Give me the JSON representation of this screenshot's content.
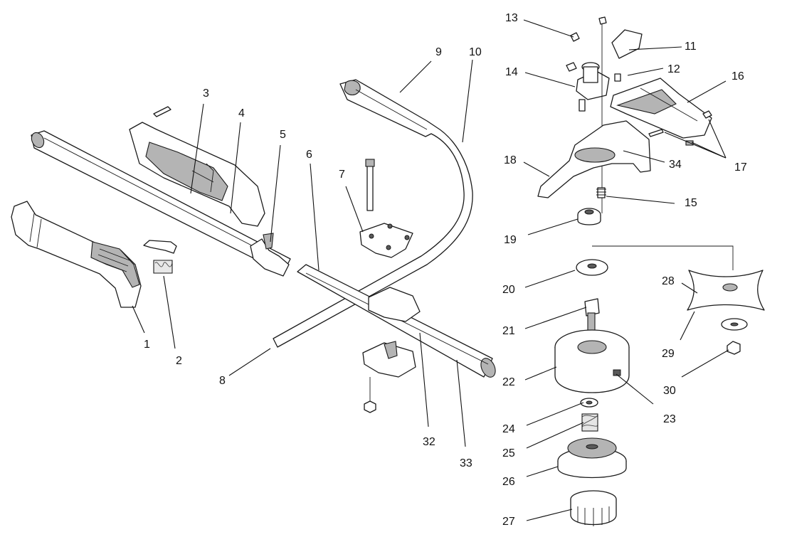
{
  "callouts": [
    {
      "id": "p1",
      "text": "1"
    },
    {
      "id": "p2",
      "text": "2"
    },
    {
      "id": "p3",
      "text": "3"
    },
    {
      "id": "p4",
      "text": "4"
    },
    {
      "id": "p5",
      "text": "5"
    },
    {
      "id": "p6",
      "text": "6"
    },
    {
      "id": "p7",
      "text": "7"
    },
    {
      "id": "p8",
      "text": "8"
    },
    {
      "id": "p9",
      "text": "9"
    },
    {
      "id": "p10",
      "text": "10"
    },
    {
      "id": "p11",
      "text": "11"
    },
    {
      "id": "p12",
      "text": "12"
    },
    {
      "id": "p13",
      "text": "13"
    },
    {
      "id": "p14",
      "text": "14"
    },
    {
      "id": "p15",
      "text": "15"
    },
    {
      "id": "p16",
      "text": "16"
    },
    {
      "id": "p17",
      "text": "17"
    },
    {
      "id": "p18",
      "text": "18"
    },
    {
      "id": "p19",
      "text": "19"
    },
    {
      "id": "p20",
      "text": "20"
    },
    {
      "id": "p21",
      "text": "21"
    },
    {
      "id": "p22",
      "text": "22"
    },
    {
      "id": "p23",
      "text": "23"
    },
    {
      "id": "p24",
      "text": "24"
    },
    {
      "id": "p25",
      "text": "25"
    },
    {
      "id": "p26",
      "text": "26"
    },
    {
      "id": "p27",
      "text": "27"
    },
    {
      "id": "p28",
      "text": "28"
    },
    {
      "id": "p29",
      "text": "29"
    },
    {
      "id": "p30",
      "text": "30"
    },
    {
      "id": "p32",
      "text": "32"
    },
    {
      "id": "p33",
      "text": "33"
    },
    {
      "id": "p34",
      "text": "34"
    }
  ],
  "colors": {
    "line": "#1a1a1a",
    "shade": "#b4b4b4",
    "background": "#ffffff"
  }
}
